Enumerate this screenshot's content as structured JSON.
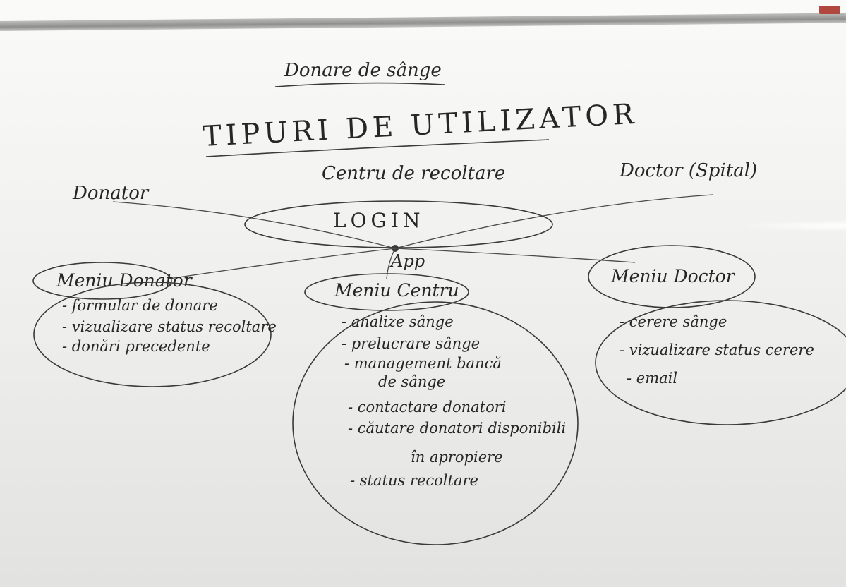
{
  "title": "Donare de sânge",
  "heading": "TIPURI DE UTILIZATOR",
  "roles": {
    "donator": "Donator",
    "centru": "Centru de recoltare",
    "doctor": "Doctor (Spital)"
  },
  "login": "LOGIN",
  "app": "App",
  "menus": {
    "donator": {
      "title": "Meniu Donator",
      "items": [
        "- formular de donare",
        "- vizualizare status recoltare",
        "- donări precedente"
      ]
    },
    "centru": {
      "title": "Meniu Centru",
      "items": [
        "- analize sânge",
        "- prelucrare sânge",
        "- management bancă",
        "de sânge",
        "- contactare donatori",
        "- căutare donatori disponibili",
        "în apropiere",
        "- status recoltare"
      ]
    },
    "doctor": {
      "title": "Meniu Doctor",
      "items": [
        "- cerere sânge",
        "- vizualizare status cerere",
        "- email"
      ]
    }
  }
}
